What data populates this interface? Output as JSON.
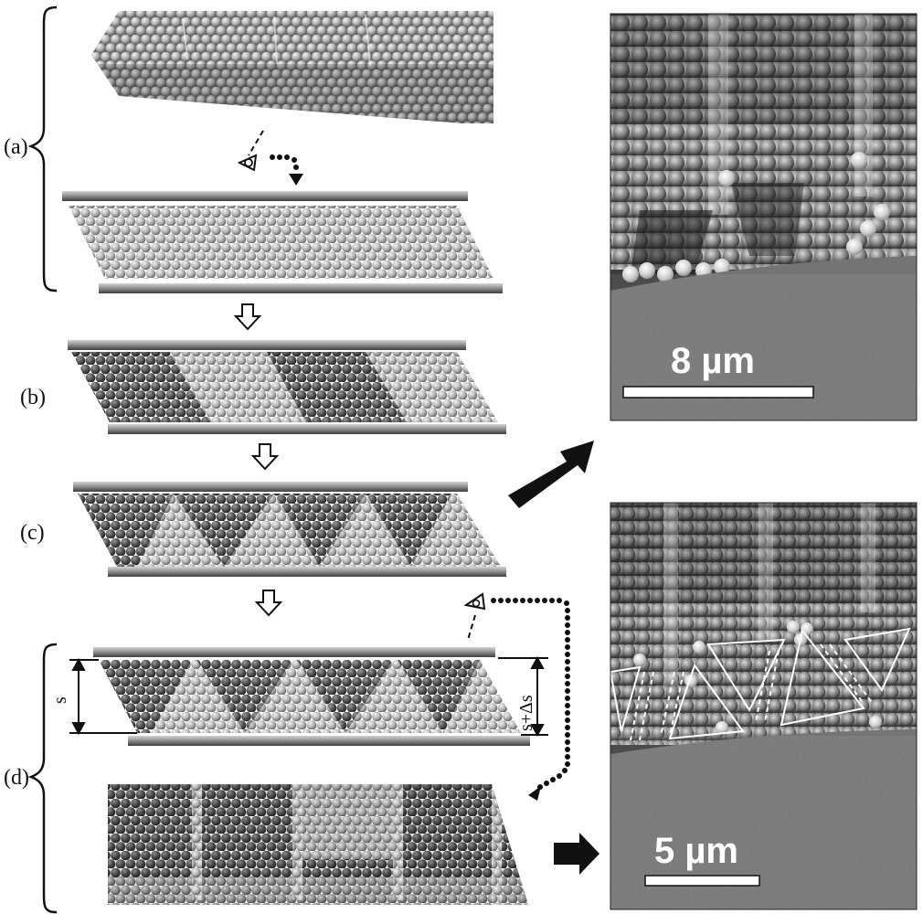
{
  "panels": {
    "a": "(a)",
    "b": "(b)",
    "c": "(c)",
    "d": "(d)"
  },
  "dimensions": {
    "gap": "s",
    "gap_expanded": "s+Δs"
  },
  "micrographs": {
    "top": {
      "scale_label": "8 µm"
    },
    "bottom": {
      "scale_label": "5 µm"
    }
  },
  "colors": {
    "sphere_light": "#b0b0b0",
    "sphere_dark": "#4f4f4f",
    "plate": "#8c8c8c",
    "sem_crystal_bg": "#5a5a5a",
    "sem_substrate": "#727272"
  },
  "icons": [
    "eye-icon",
    "down-arrow-icon",
    "right-arrow-icon",
    "dotted-arrow-icon"
  ]
}
